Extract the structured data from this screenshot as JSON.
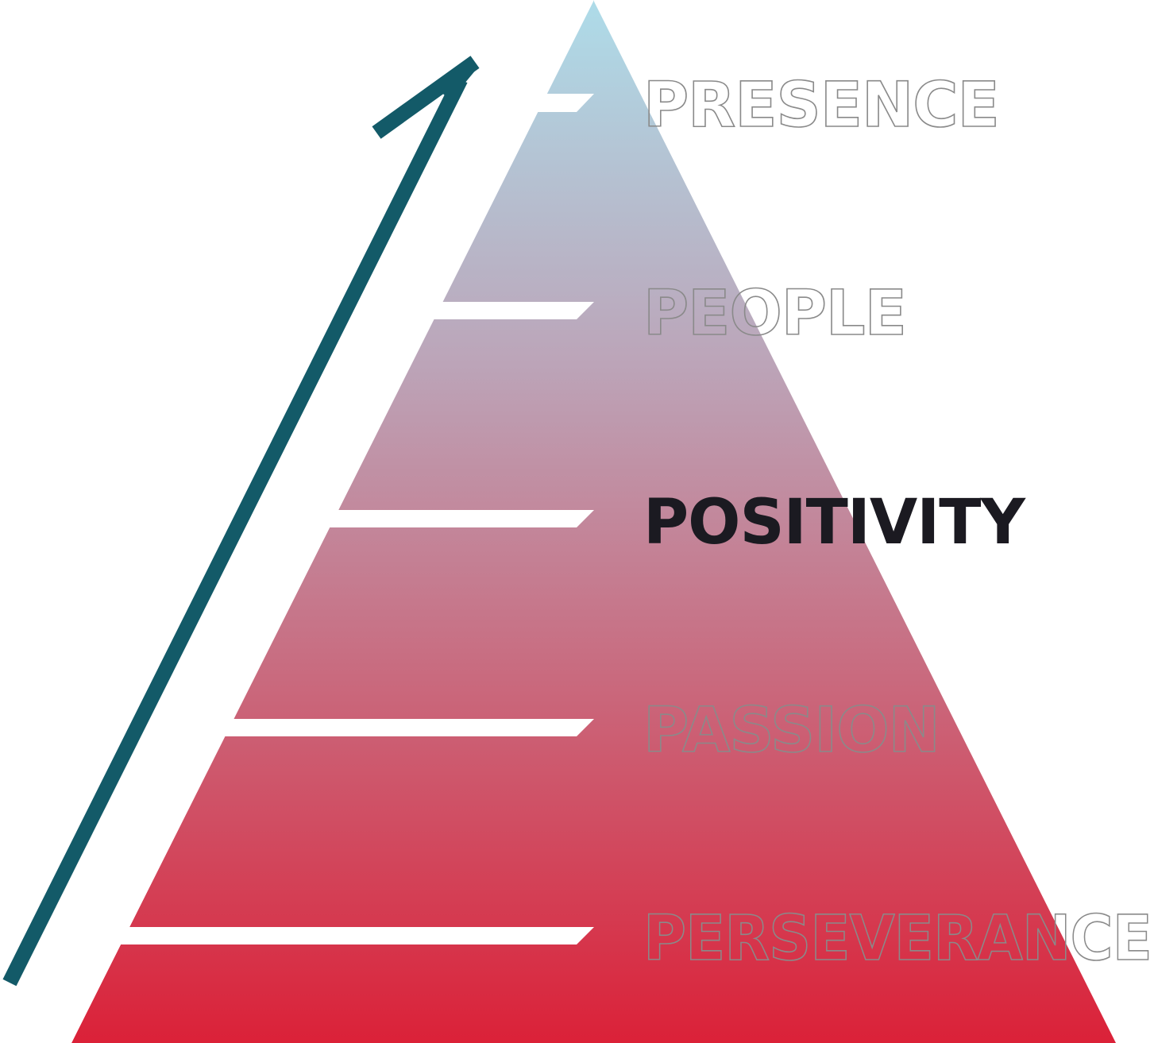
{
  "diagram": {
    "tiers": [
      {
        "label": "PRESENCE",
        "style": "outline"
      },
      {
        "label": "PEOPLE",
        "style": "outline"
      },
      {
        "label": "POSITIVITY",
        "style": "solid"
      },
      {
        "label": "PASSION",
        "style": "outline"
      },
      {
        "label": "PERSEVERANCE",
        "style": "outline"
      }
    ],
    "colors": {
      "gradient_top": "#aedce9",
      "gradient_bottom": "#db2138",
      "arrow": "#135a68",
      "outline_text": "#8a8a8a",
      "highlight_text": "#1b1a21",
      "divider": "#ffffff"
    },
    "arrow_icon": "up-right-arrow-icon"
  }
}
